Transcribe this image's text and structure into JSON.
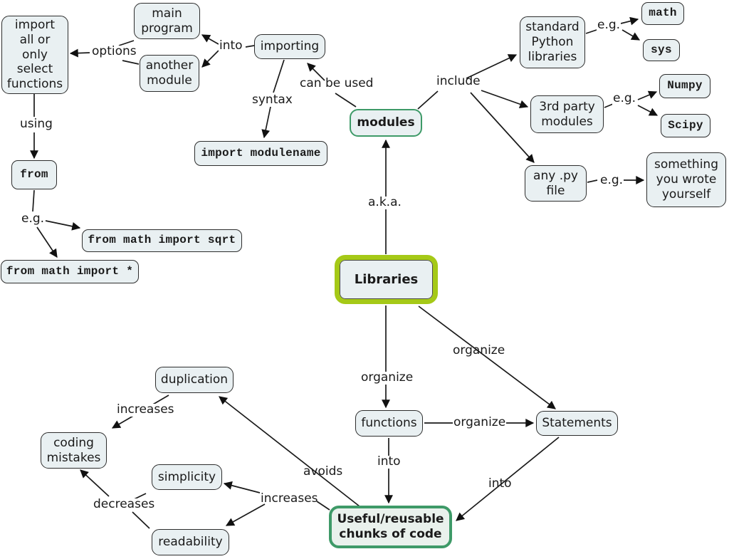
{
  "nodes": {
    "import_select": "import\nall or\nonly\nselect\nfunctions",
    "main_program": "main\nprogram",
    "another_module": "another\nmodule",
    "importing": "importing",
    "import_modulename": "import modulename",
    "modules": "modules",
    "standard_python_libraries": "standard\nPython\nlibraries",
    "math": "math",
    "sys": "sys",
    "third_party_modules": "3rd party\nmodules",
    "numpy": "Numpy",
    "scipy": "Scipy",
    "any_py_file": "any .py\nfile",
    "something_you_wrote": "something\nyou wrote\nyourself",
    "from_kw": "from",
    "from_math_import_sqrt": "from math import sqrt",
    "from_math_import_star": "from math import *",
    "libraries": "Libraries",
    "duplication": "duplication",
    "coding_mistakes": "coding\nmistakes",
    "simplicity": "simplicity",
    "readability": "readability",
    "functions": "functions",
    "statements": "Statements",
    "useful_chunks": "Useful/reusable\nchunks of code"
  },
  "edge_labels": {
    "options": "options",
    "into_importing": "into",
    "syntax": "syntax",
    "can_be_used": "can be used",
    "include": "include",
    "eg_std": "e.g.",
    "eg_3rd": "e.g.",
    "eg_py": "e.g.",
    "using": "using",
    "eg_from": "e.g.",
    "aka": "a.k.a.",
    "organize_functions": "organize",
    "organize_statements": "organize",
    "organize_func_stmt": "organize",
    "into_functions": "into",
    "into_statements": "into",
    "increases_duplication": "increases",
    "avoids": "avoids",
    "decreases": "decreases",
    "increases_useful": "increases"
  },
  "colors": {
    "background": "#ffffff",
    "node_fill": "#e9f0f2",
    "node_border": "#2d2d2d",
    "line": "#1a1a1a",
    "green_accent": "#3e9a68",
    "brand_green": "#a5c917",
    "text": "#1a1a1a"
  }
}
